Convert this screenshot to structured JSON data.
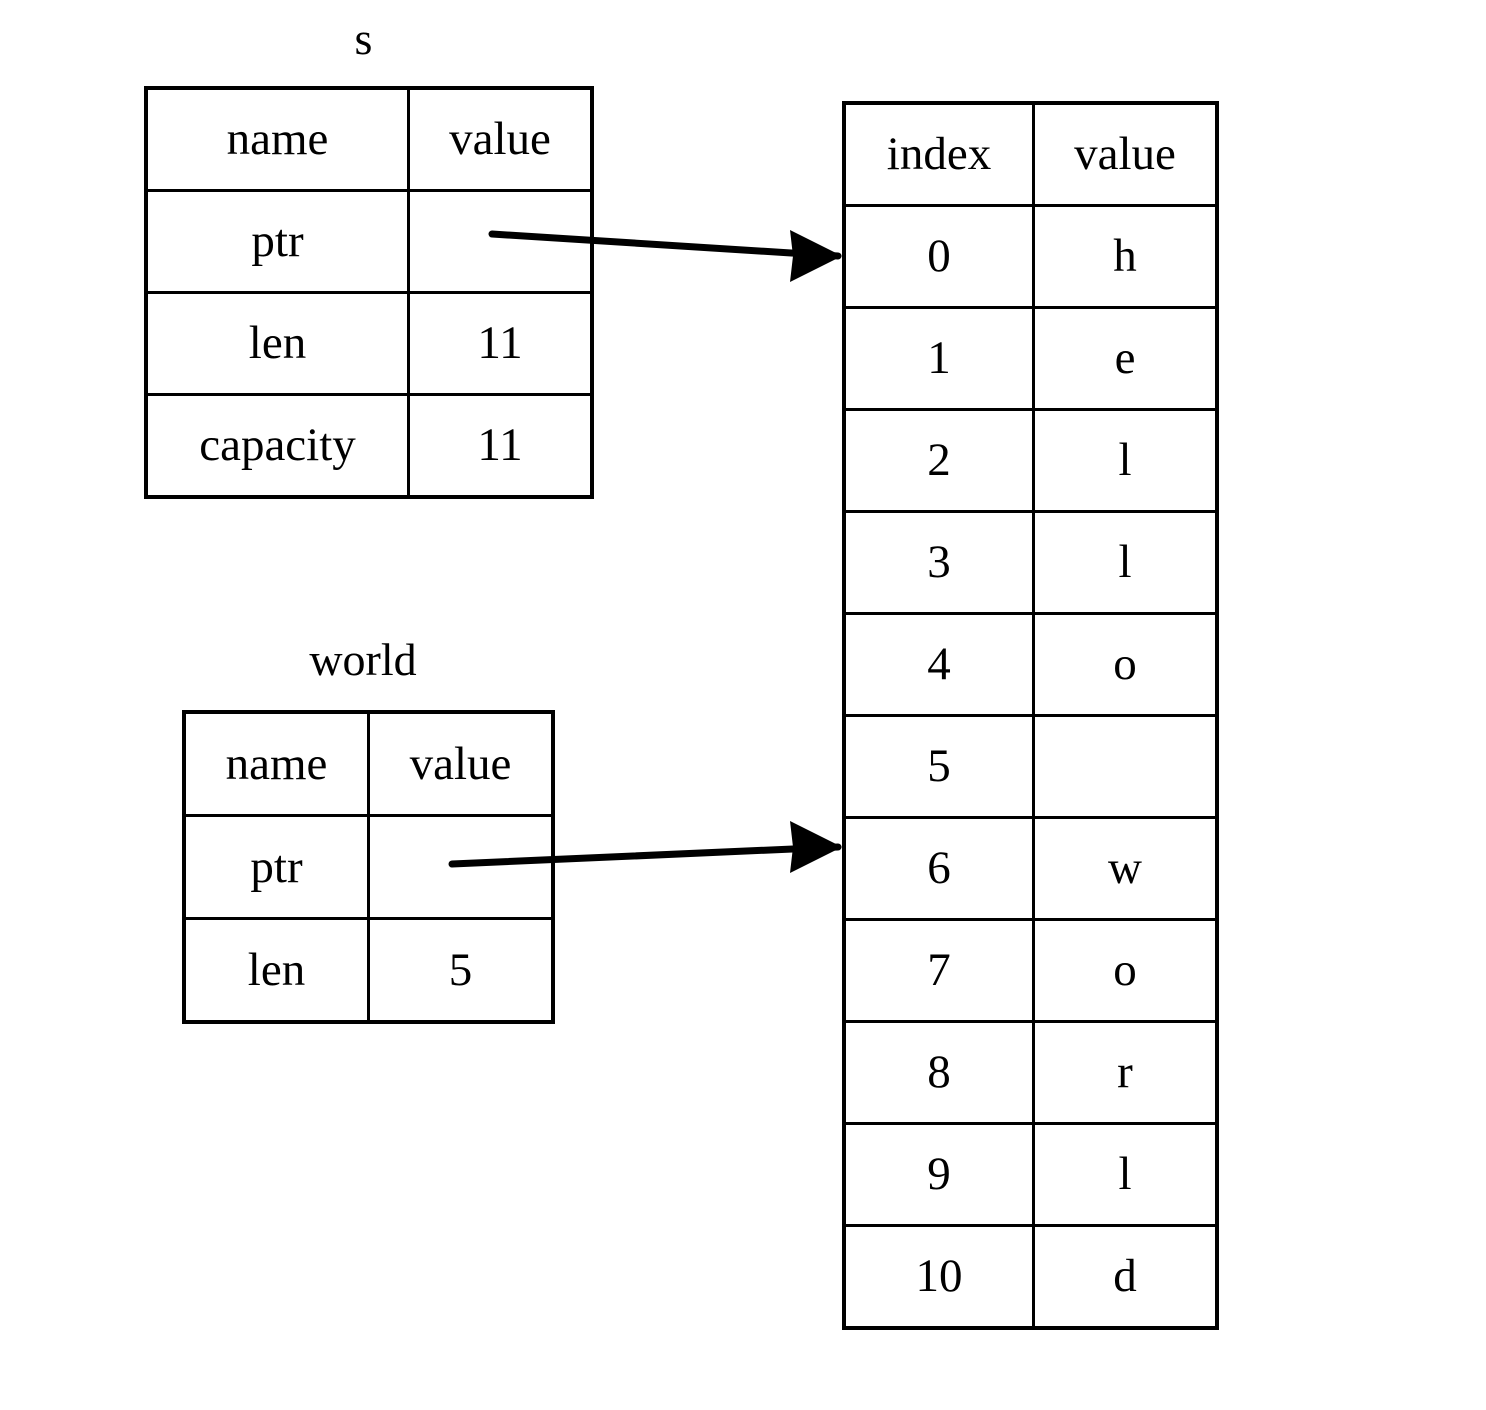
{
  "diagram": {
    "title_s": "s",
    "title_world": "world",
    "structs": [
      {
        "name": "s",
        "headers": [
          "name",
          "value"
        ],
        "rows": [
          {
            "name": "ptr",
            "value": ""
          },
          {
            "name": "len",
            "value": "11"
          },
          {
            "name": "capacity",
            "value": "11"
          }
        ]
      },
      {
        "name": "world",
        "headers": [
          "name",
          "value"
        ],
        "rows": [
          {
            "name": "ptr",
            "value": ""
          },
          {
            "name": "len",
            "value": "5"
          }
        ]
      }
    ],
    "buffer": {
      "headers": [
        "index",
        "value"
      ],
      "rows": [
        {
          "index": "0",
          "value": "h"
        },
        {
          "index": "1",
          "value": "e"
        },
        {
          "index": "2",
          "value": "l"
        },
        {
          "index": "3",
          "value": "l"
        },
        {
          "index": "4",
          "value": "o"
        },
        {
          "index": "5",
          "value": ""
        },
        {
          "index": "6",
          "value": "w"
        },
        {
          "index": "7",
          "value": "o"
        },
        {
          "index": "8",
          "value": "r"
        },
        {
          "index": "9",
          "value": "l"
        },
        {
          "index": "10",
          "value": "d"
        }
      ]
    },
    "arrows": [
      {
        "name": "s-ptr-arrow",
        "from": "s.ptr",
        "to": "buffer.index.0"
      },
      {
        "name": "world-ptr-arrow",
        "from": "world.ptr",
        "to": "buffer.index.6"
      }
    ],
    "colors": {
      "stroke": "#000000",
      "background": "#ffffff"
    }
  }
}
